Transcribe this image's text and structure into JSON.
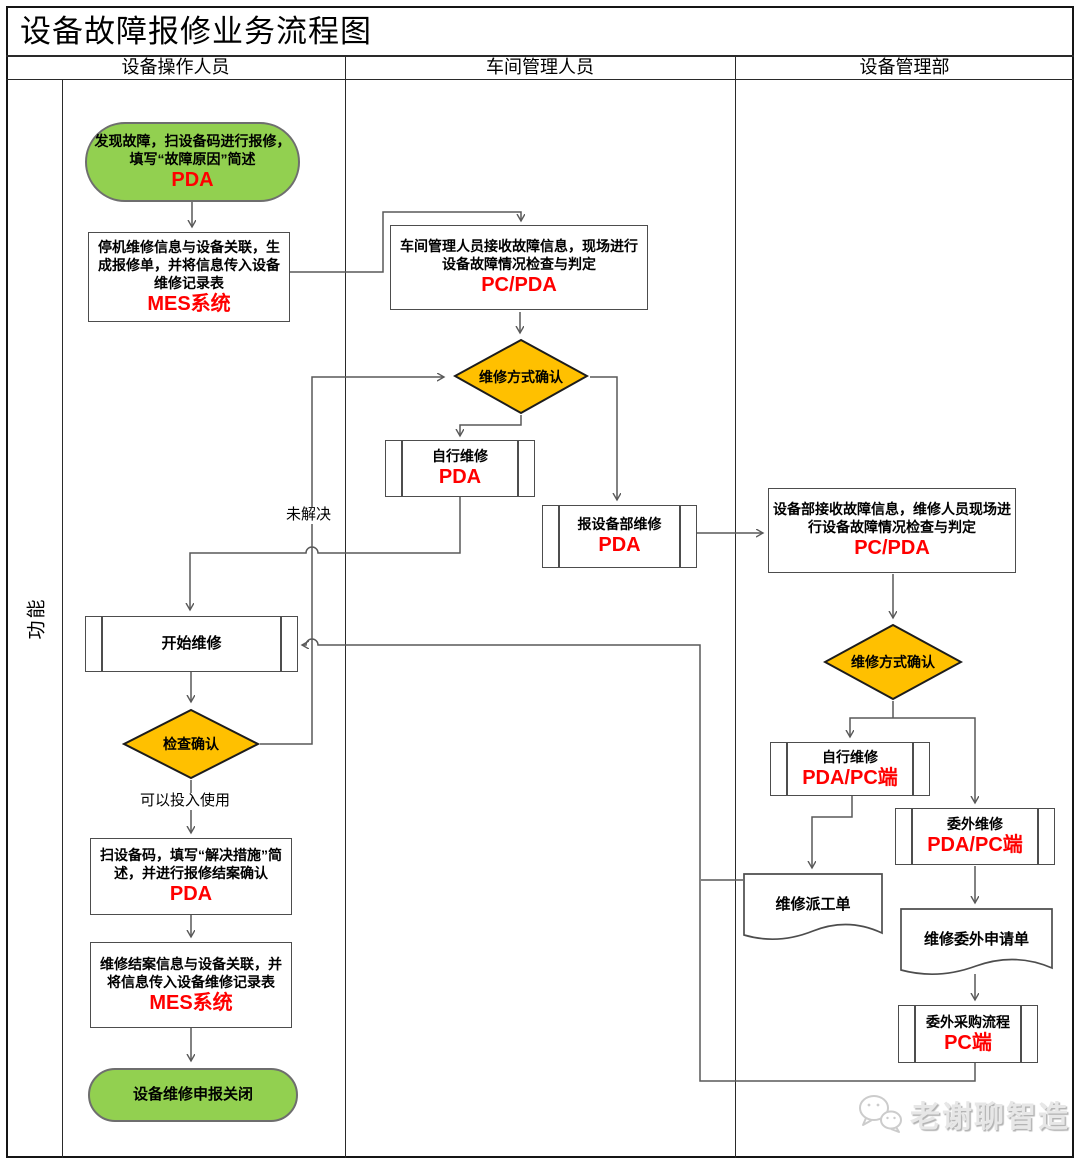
{
  "title": "设备故障报修业务流程图",
  "side_label": "功能",
  "lanes": [
    {
      "label": "设备操作人员"
    },
    {
      "label": "车间管理人员"
    },
    {
      "label": "设备管理部"
    }
  ],
  "colors": {
    "start_end_fill": "#92D050",
    "decision_fill": "#FFC000",
    "device_text": "#FF0000",
    "connector": "#595959"
  },
  "nodes": {
    "start": {
      "label": "发现故障，扫设备码进行报修，填写“故障原因”简述",
      "device": "PDA"
    },
    "mes_record": {
      "label": "停机维修信息与设备关联，生成报修单，并将信息传入设备维修记录表",
      "device": "MES系统"
    },
    "workshop_receive": {
      "label": "车间管理人员接收故障信息，现场进行设备故障情况检查与判定",
      "device": "PC/PDA"
    },
    "method_workshop": {
      "label": "维修方式确认"
    },
    "self_repair_workshop": {
      "label": "自行维修",
      "device": "PDA"
    },
    "report_dept": {
      "label": "报设备部维修",
      "device": "PDA"
    },
    "dept_receive": {
      "label": "设备部接收故障信息，维修人员现场进行设备故障情况检查与判定",
      "device": "PC/PDA"
    },
    "method_dept": {
      "label": "维修方式确认"
    },
    "self_repair_dept": {
      "label": "自行维修",
      "device": "PDA/PC端"
    },
    "outsource_repair": {
      "label": "委外维修",
      "device": "PDA/PC端"
    },
    "dispatch_order": {
      "label": "维修派工单"
    },
    "outsource_request": {
      "label": "维修委外申请单"
    },
    "outsource_purchase": {
      "label": "委外采购流程",
      "device": "PC端"
    },
    "start_repair": {
      "label": "开始维修"
    },
    "check_confirm": {
      "label": "检查确认"
    },
    "close_confirm": {
      "label": "扫设备码，填写“解决措施”简述，并进行报修结案确认",
      "device": "PDA"
    },
    "mes_close": {
      "label": "维修结案信息与设备关联，并将信息传入设备维修记录表",
      "device": "MES系统"
    },
    "end": {
      "label": "设备维修申报关闭"
    }
  },
  "edge_labels": {
    "unresolved": "未解决",
    "usable": "可以投入使用"
  },
  "watermark": {
    "text": "老谢聊智造"
  }
}
